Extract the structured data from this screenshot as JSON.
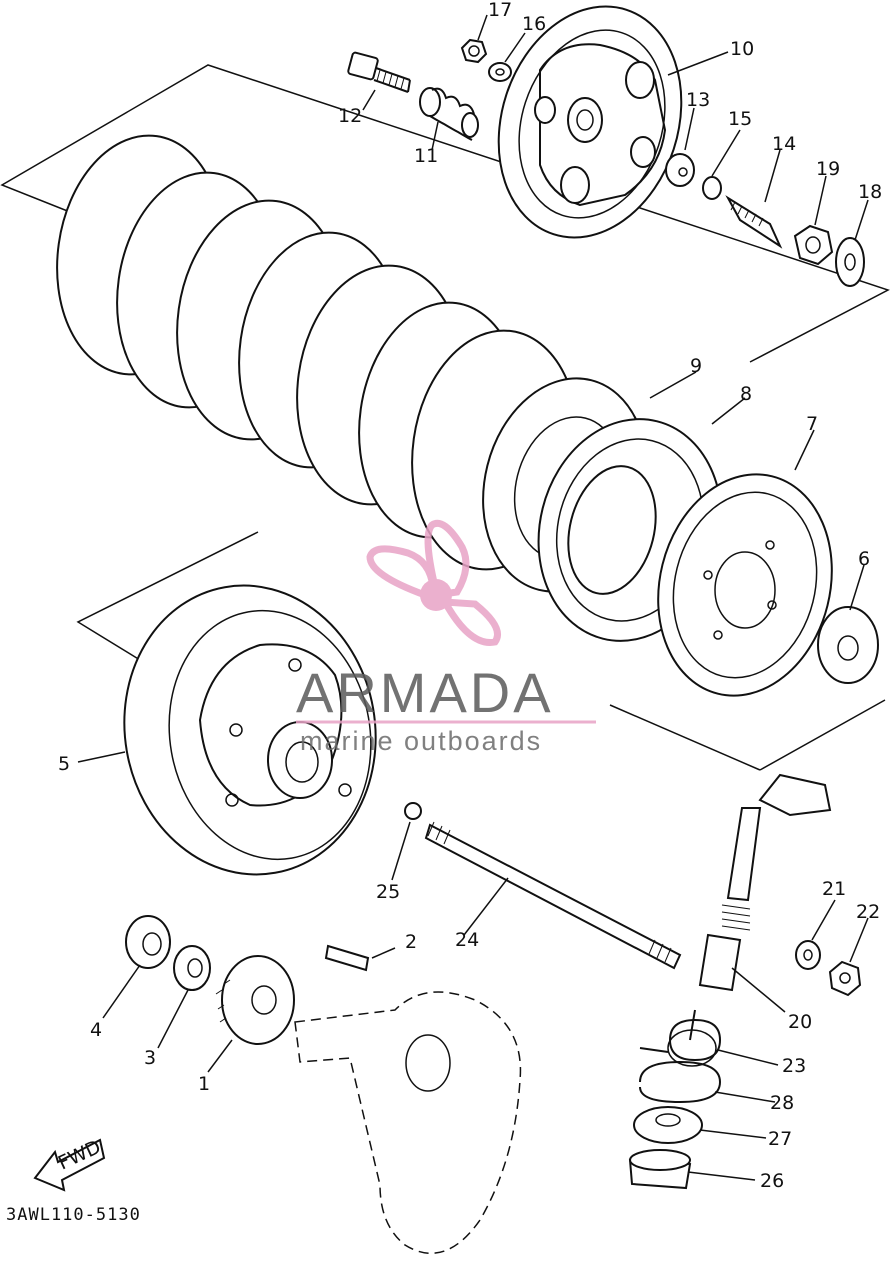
{
  "diagram": {
    "drawing_code": "3AWL110-5130",
    "fwd_label": "FWD",
    "callouts": {
      "c1": "1",
      "c2": "2",
      "c3": "3",
      "c4": "4",
      "c5": "5",
      "c6": "6",
      "c7": "7",
      "c8": "8",
      "c9": "9",
      "c10": "10",
      "c11": "11",
      "c12": "12",
      "c13": "13",
      "c14": "14",
      "c15": "15",
      "c16": "16",
      "c17": "17",
      "c18": "18",
      "c19": "19",
      "c20": "20",
      "c21": "21",
      "c22": "22",
      "c23": "23",
      "c24": "24",
      "c25": "25",
      "c26": "26",
      "c27": "27",
      "c28": "28"
    }
  },
  "watermark": {
    "brand": "ARMADA",
    "tagline": "marine outboards",
    "logo_icon": "propeller-icon",
    "colors": {
      "logo": "#e8a3c6",
      "text": "#5a5a5a",
      "underline": "#e8a3c6"
    }
  }
}
